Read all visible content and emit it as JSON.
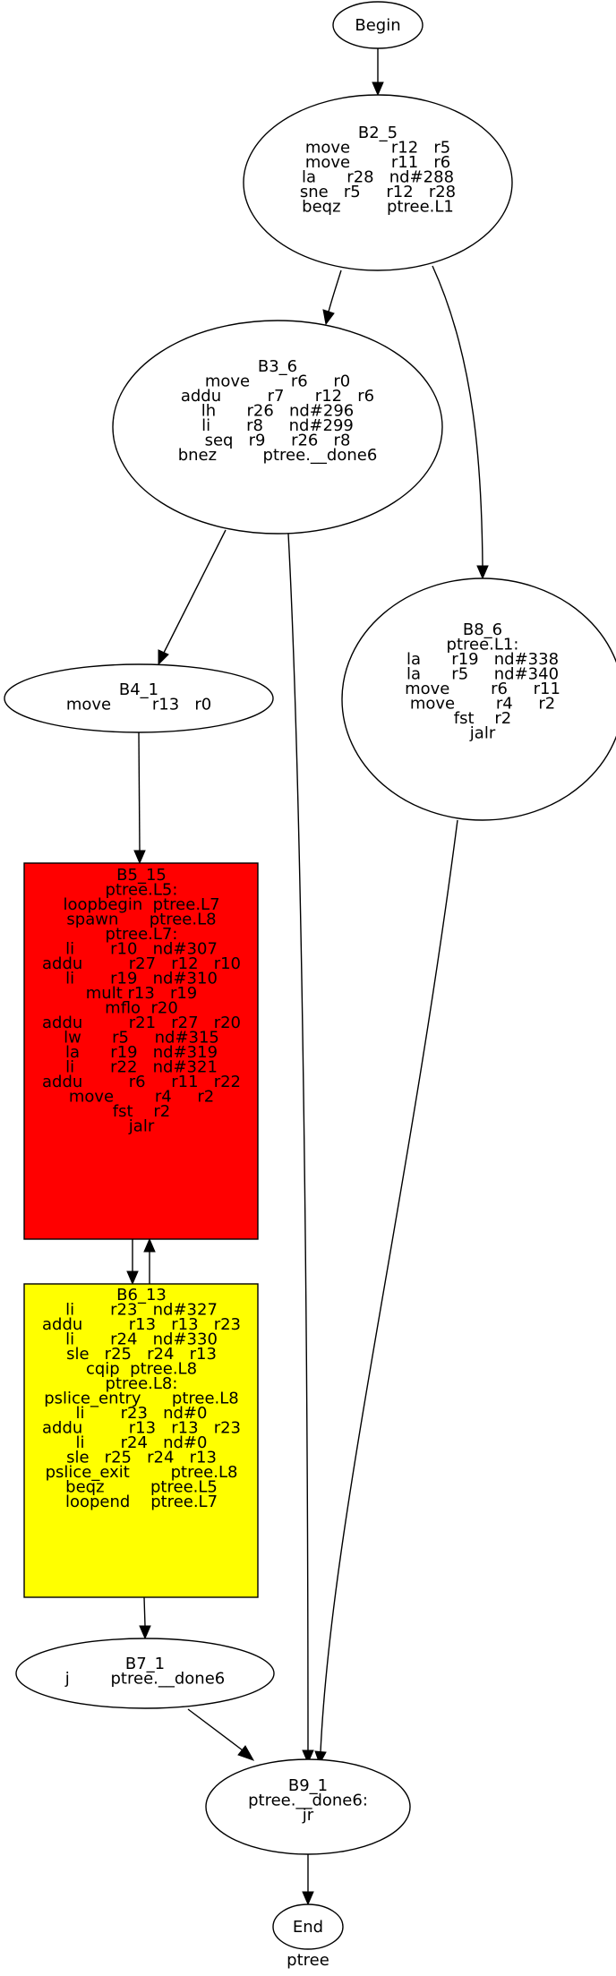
{
  "graph": {
    "caption": "ptree",
    "nodes": {
      "begin": {
        "lines": [
          "Begin"
        ]
      },
      "b2_5": {
        "lines": [
          "B2_5",
          "move        r12   r5",
          "move        r11   r6",
          "la      r28   nd#288",
          "sne   r5     r12   r28",
          "beqz         ptree.L1"
        ]
      },
      "b3_6": {
        "lines": [
          "B3_6",
          "move        r6     r0",
          "addu         r7      r12   r6",
          "lh      r26   nd#296",
          "li       r8     nd#299",
          "seq   r9     r26   r8",
          "bnez         ptree.__done6"
        ]
      },
      "b8_6": {
        "lines": [
          "B8_6",
          "ptree.L1:",
          "la      r19   nd#338",
          "la      r5     nd#340",
          "move        r6     r11",
          "move        r4     r2",
          "fst    r2",
          "jalr"
        ]
      },
      "b4_1": {
        "lines": [
          "B4_1",
          "move        r13   r0"
        ]
      },
      "b5_15": {
        "lines": [
          "B5_15",
          "ptree.L5:",
          "loopbegin  ptree.L7",
          "spawn      ptree.L8",
          "ptree.L7:",
          "li       r10   nd#307",
          "addu         r27   r12   r10",
          "li       r19   nd#310",
          "mult r13   r19",
          "mflo  r20",
          "addu         r21   r27   r20",
          "lw      r5     nd#315",
          "la      r19   nd#319",
          "li       r22   nd#321",
          "addu         r6     r11   r22",
          "move        r4     r2",
          "fst    r2",
          "jalr"
        ]
      },
      "b6_13": {
        "lines": [
          "B6_13",
          "li       r23   nd#327",
          "addu         r13   r13   r23",
          "li       r24   nd#330",
          "sle   r25   r24   r13",
          "cqip  ptree.L8",
          "ptree.L8:",
          "pslice_entry      ptree.L8",
          "li       r23   nd#0",
          "addu         r13   r13   r23",
          "li       r24   nd#0",
          "sle   r25   r24   r13",
          "pslice_exit        ptree.L8",
          "beqz         ptree.L5",
          "loopend    ptree.L7"
        ]
      },
      "b7_1": {
        "lines": [
          "B7_1",
          "j        ptree.__done6"
        ]
      },
      "b9_1": {
        "lines": [
          "B9_1",
          "ptree.__done6:",
          "jr"
        ]
      },
      "end": {
        "lines": [
          "End"
        ]
      }
    },
    "colors": {
      "background": "#ffffff",
      "line": "#000000",
      "b5_15_fill": "#ff0000",
      "b6_13_fill": "#ffff00"
    }
  }
}
